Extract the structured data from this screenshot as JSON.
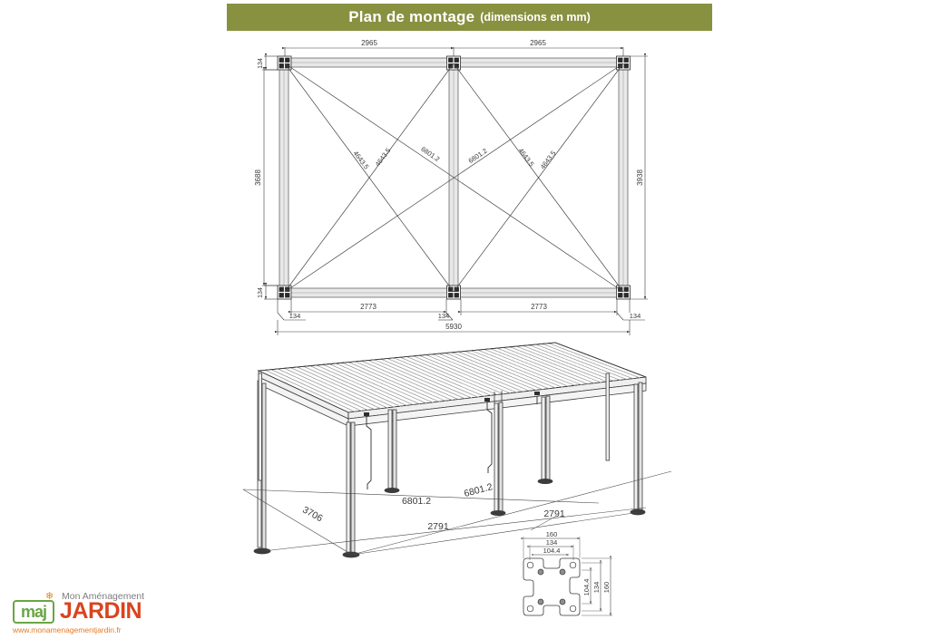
{
  "banner": {
    "title": "Plan de montage",
    "subtitle": "(dimensions en mm)",
    "color": "#879140"
  },
  "logo": {
    "monogram": "maj",
    "tagline": "Mon Aménagement",
    "brand": "JARDIN",
    "url": "www.monamenagementjardin.fr",
    "green": "#6aa544",
    "orange": "#d9441f"
  },
  "plan_view": {
    "name": "vue-en-plan",
    "top_dims": [
      "2965",
      "2965"
    ],
    "top_left_small": "134",
    "left_dim": "3688",
    "left_small": "134",
    "right_dim": "3938",
    "bottom_dims": [
      "2773",
      "2773"
    ],
    "bottom_small": [
      "134",
      "134",
      "134"
    ],
    "overall_bottom": "5930",
    "diagonals_outer": [
      "4643.5",
      "4643.5",
      "4643.5",
      "4643.5"
    ],
    "diagonals_inner": [
      "6801.2",
      "6801.2"
    ]
  },
  "iso_view": {
    "name": "vue-perspective",
    "labels": {
      "depth": "3706",
      "diag_left": "6801.2",
      "diag_right": "6801.2",
      "span_left": "2791",
      "span_right": "2791"
    },
    "louvre_count": 46
  },
  "base_plate": {
    "name": "detail-platine",
    "h_dims": [
      "160",
      "134",
      "104.4"
    ],
    "v_dims": [
      "104.4",
      "134",
      "160"
    ]
  }
}
